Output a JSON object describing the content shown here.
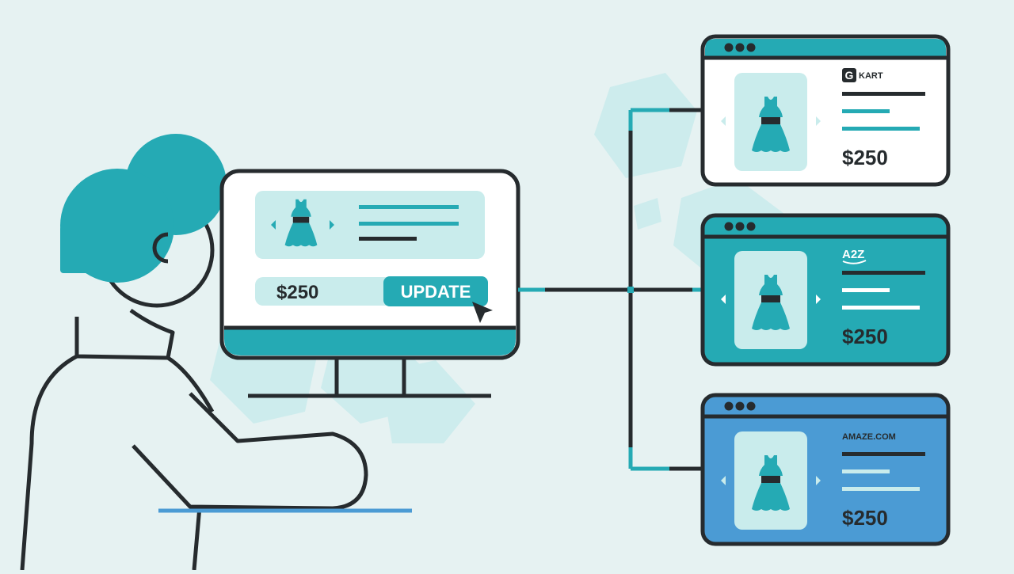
{
  "colors": {
    "background": "#e6f2f2",
    "teal": "#25aab4",
    "light_teal": "#c9ecec",
    "hex_bg": "#cdeced",
    "outline": "#262b2e",
    "blue": "#4b9bd4",
    "white": "#ffffff"
  },
  "main_monitor": {
    "price": "$250",
    "update_button": "UPDATE"
  },
  "stores": [
    {
      "brand": "KART",
      "logo_letter": "G",
      "price": "$250",
      "theme": "white"
    },
    {
      "brand": "A2Z",
      "price": "$250",
      "theme": "teal"
    },
    {
      "brand": "AMAZE.COM",
      "price": "$250",
      "theme": "blue"
    }
  ],
  "icons": [
    "dress-icon",
    "arrow-left-icon",
    "arrow-right-icon",
    "cursor-icon",
    "window-dots-icon"
  ]
}
